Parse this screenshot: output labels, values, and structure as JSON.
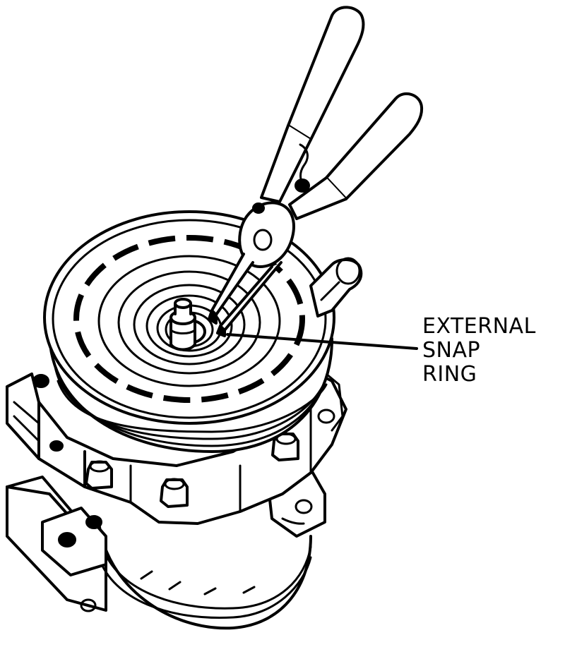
{
  "illustration": {
    "subject": "compressor-clutch-pulley-with-snap-ring-pliers",
    "ink_color": "#000000",
    "paper_color": "#ffffff"
  },
  "callout": {
    "line1": "EXTERNAL",
    "line2": "SNAP",
    "line3": "RING"
  }
}
